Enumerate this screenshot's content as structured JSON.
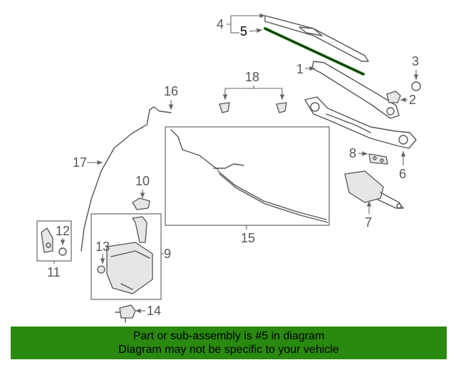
{
  "callouts": {
    "c1": "1",
    "c2": "2",
    "c3": "3",
    "c4": "4",
    "c5": "5",
    "c6": "6",
    "c7": "7",
    "c8": "8",
    "c9": "9",
    "c10": "10",
    "c11": "11",
    "c12": "12",
    "c13": "13",
    "c14": "14",
    "c15": "15",
    "c16": "16",
    "c17": "17",
    "c18": "18"
  },
  "highlight": {
    "part": "5",
    "color": "#1f7a0c"
  },
  "banner": {
    "line1": "Part or sub-assembly is #5 in diagram",
    "line2": "Diagram may not be specific to your vehicle",
    "background": "#2a8a0f"
  }
}
